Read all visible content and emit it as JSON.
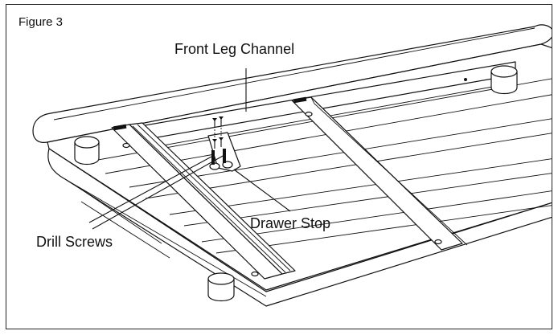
{
  "figure": {
    "title": "Figure 3",
    "labels": {
      "front_leg_channel": "Front Leg Channel",
      "drawer_stop": "Drawer Stop",
      "drill_screws": "Drill Screws"
    }
  }
}
